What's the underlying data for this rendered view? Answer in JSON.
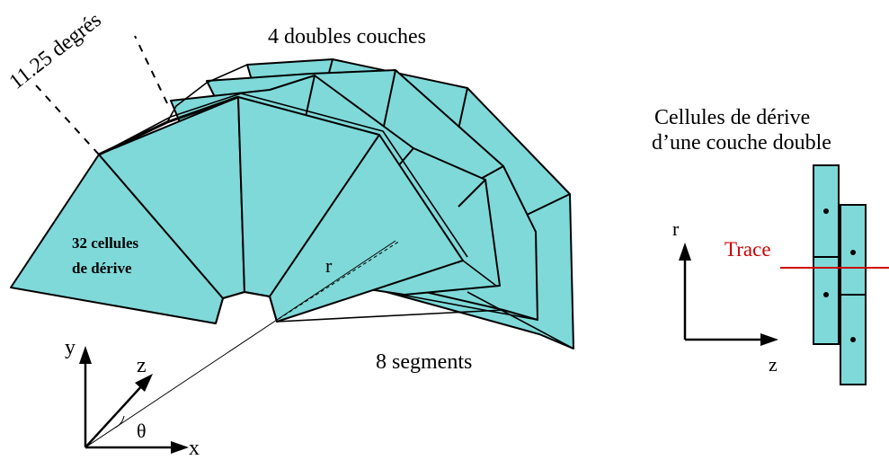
{
  "colors": {
    "panel_fill": "#7fd9d9",
    "stroke": "#000000",
    "trace": "#cc0000"
  },
  "labels": {
    "angle": "11.25 degrés",
    "layers": "4 doubles couches",
    "cells_line1": "32 cellules",
    "cells_line2": "de dérive",
    "radius": "r",
    "segments": "8 segments",
    "axis_y": "y",
    "axis_z": "z",
    "axis_x": "x",
    "theta": "θ"
  },
  "inset": {
    "title_line1": "Cellules de dérive",
    "title_line2": "d’une couche double",
    "axis_r": "r",
    "axis_z": "z",
    "trace": "Trace"
  }
}
